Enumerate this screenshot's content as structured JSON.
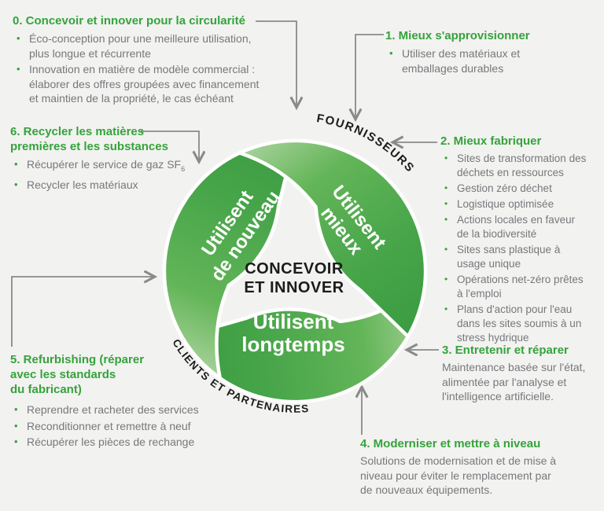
{
  "colors": {
    "heading_green": "#35a33c",
    "body_gray": "#77787c",
    "segment_dark_green": "#3c9c41",
    "segment_mid_green": "#52ad4c",
    "segment_light_green": "#a6d199",
    "connector_gray": "#8a8a8a",
    "black_text": "#1b1b1b"
  },
  "blocks": {
    "b0": {
      "title": "0. Concevoir et innover pour la circularité",
      "bullets": [
        "Éco-conception pour une meilleure utilisation,\nplus longue et récurrente",
        "Innovation en matière de modèle commercial :\nélaborer des offres groupées avec financement\net maintien de la propriété, le cas échéant"
      ]
    },
    "b1": {
      "title": "1. Mieux s'approvisionner",
      "bullets": [
        "Utiliser des matériaux et\nemballages durables"
      ]
    },
    "b2": {
      "title": "2. Mieux fabriquer",
      "bullets": [
        "Sites de transformation des\ndéchets en ressources",
        "Gestion zéro déchet",
        "Logistique optimisée",
        "Actions locales en faveur\nde la biodiversité",
        "Sites sans plastique à\nusage unique",
        "Opérations net-zéro prêtes\nà l'emploi",
        "Plans d'action pour l'eau\ndans les sites soumis à un\nstress hydrique"
      ]
    },
    "b3": {
      "title": "3. Entretenir et réparer",
      "body": "Maintenance basée sur l'état,\nalimentée par l'analyse et\nl'intelligence artificielle."
    },
    "b4": {
      "title": "4. Moderniser et mettre à niveau",
      "body": "Solutions de modernisation et de mise à\nniveau pour éviter le remplacement par\nde nouveaux équipements."
    },
    "b5": {
      "title": "5.  Refurbishing (réparer\navec les standards\ndu fabricant)",
      "bullets": [
        "Reprendre et racheter des services",
        "Reconditionner et remettre à neuf",
        "Récupérer les pièces de rechange"
      ]
    },
    "b6": {
      "title": "6. Recycler les matières\npremières et les substances",
      "bullet_sf_main": "Récupérer le service de gaz SF",
      "bullet_sf_sub": "6",
      "bullet2": "Recycler les matériaux"
    }
  },
  "diagram": {
    "center_line1": "CONCEVOIR",
    "center_line2": "ET INNOVER",
    "seg_reuse_line1": "Utilisent",
    "seg_reuse_line2": "de nouveau",
    "seg_better_line1": "Utilisent",
    "seg_better_line2": "mieux",
    "seg_long_line1": "Utilisent",
    "seg_long_line2": "longtemps",
    "arc_top_label": "FOURNISSEURS",
    "arc_bottom_label": "CLIENTS ET PARTENAIRES"
  }
}
